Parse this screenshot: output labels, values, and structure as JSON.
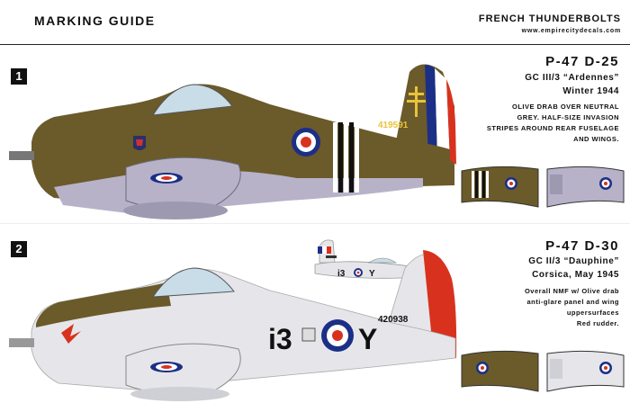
{
  "header": {
    "left_title": "MARKING GUIDE",
    "right_title": "FRENCH THUNDERBOLTS",
    "url": "www.empirecitydecals.com"
  },
  "aircraft": [
    {
      "number": "1",
      "model": "P-47 D-25",
      "unit": "GC III/3 “Ardennes”",
      "date": "Winter 1944",
      "description": [
        "Olive drab over neutral",
        "grey. Half-size invasion",
        "stripes around rear fuselage",
        "and wings."
      ],
      "serial": "419591",
      "colors": {
        "upper": "#6b5a2a",
        "lower": "#b7b2c8"
      }
    },
    {
      "number": "2",
      "model": "P-47 D-30",
      "unit": "GC II/3 “Dauphine”",
      "date": "Corsica, May 1945",
      "description": [
        "Overall NMF w/ Olive drab",
        "anti-glare panel and wing",
        "uppersurfaces",
        "Red rudder."
      ],
      "serial": "420938",
      "code_left": "i3",
      "code_right": "Y",
      "colors": {
        "upper": "#6b5a2a",
        "lower": "#e6e6ea",
        "rudder": "#d8321e"
      }
    }
  ]
}
